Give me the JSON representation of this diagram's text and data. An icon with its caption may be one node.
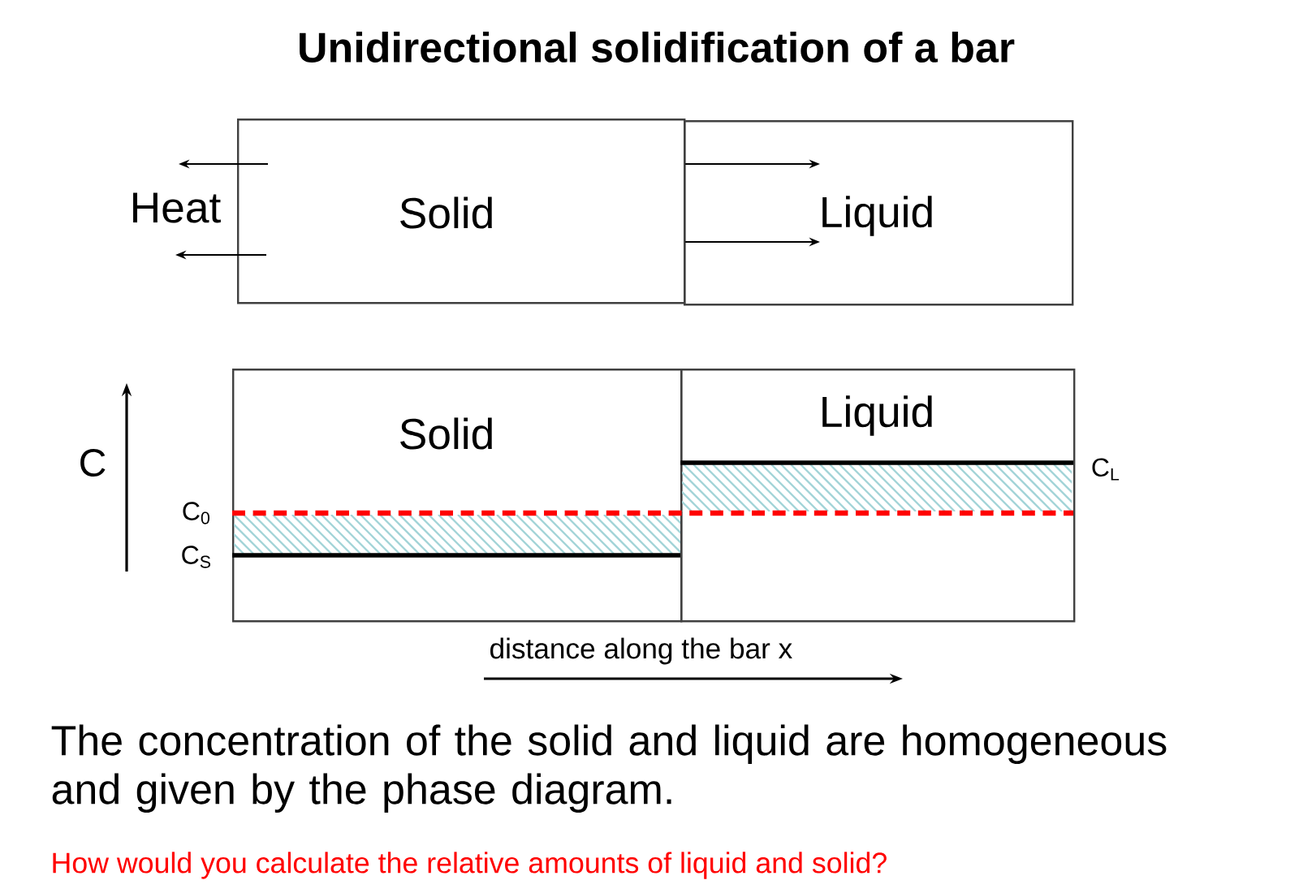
{
  "diagram": {
    "title": "Unidirectional solidification of a bar",
    "nodes": [
      {
        "text": [
          "Solid"
        ]
      },
      {
        "text": [
          "Liquid"
        ]
      },
      {
        "text": [
          "Solid"
        ]
      },
      {
        "text": [
          "Liquid"
        ]
      }
    ],
    "labels": [
      "Heat",
      "C",
      "C$_{L}$",
      "C$_{0}$",
      "C$_{S}$",
      "distance along the bar x",
      "The concentration of the solid and liquid are homogeneous and given by the phase diagram.",
      "How would you calculate the relative amounts of liquid and solid?"
    ]
  }
}
